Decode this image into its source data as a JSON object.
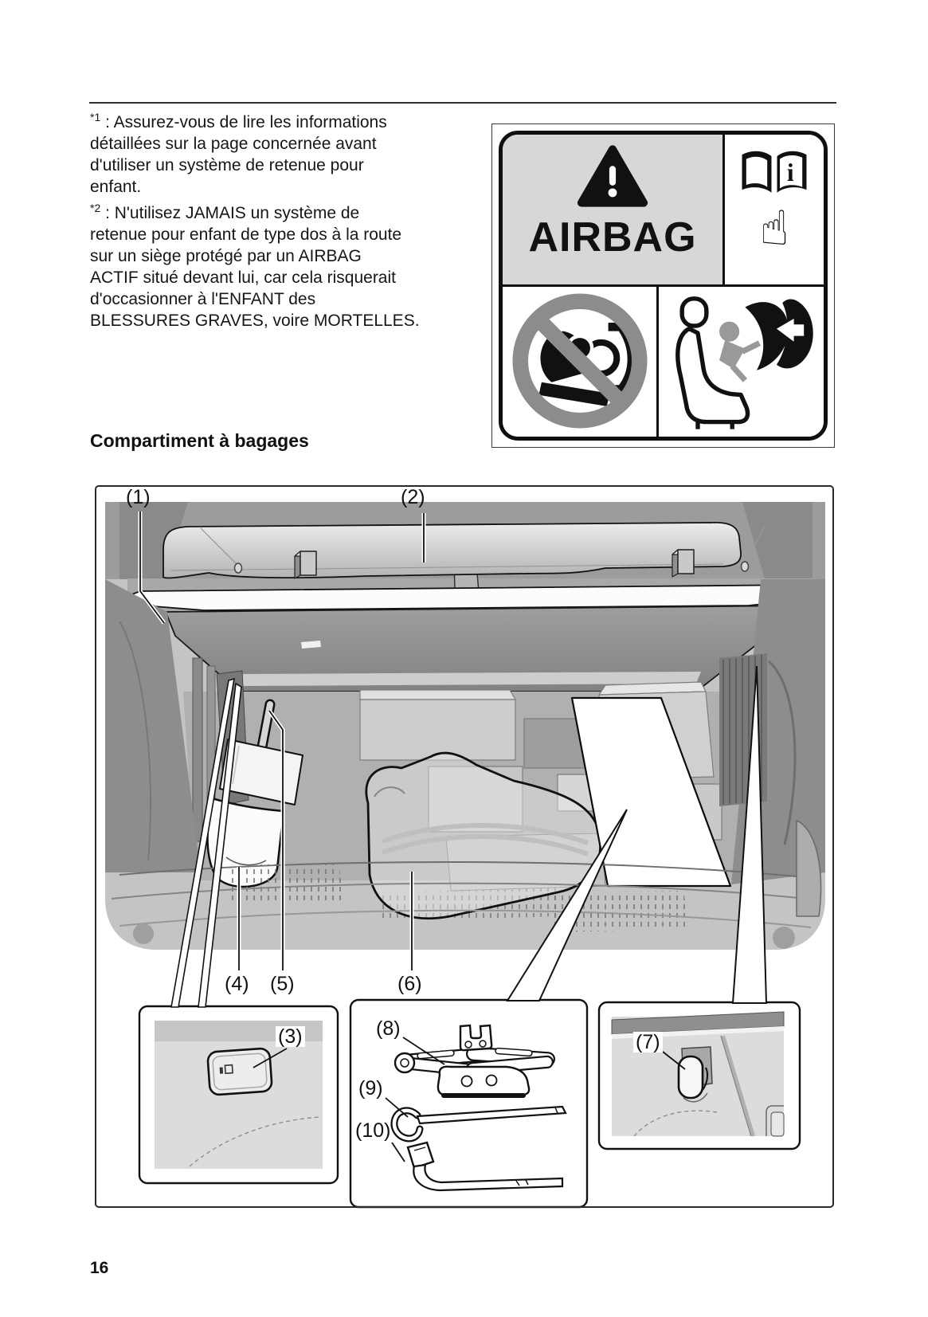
{
  "page": {
    "number": "16"
  },
  "footnotes": [
    {
      "marker": "*1",
      "separator": " : ",
      "lines": [
        "Assurez-vous de lire les informations",
        "détaillées sur la page concernée avant",
        "d'utiliser un système de retenue pour",
        "enfant."
      ]
    },
    {
      "marker": "*2",
      "separator": " : ",
      "lines": [
        "N'utilisez JAMAIS un système de",
        "retenue pour enfant de type dos à la route",
        "sur un siège protégé par un AIRBAG",
        "ACTIF situé devant lui, car cela risquerait",
        "d'occasionner à l'ENFANT des",
        "BLESSURES GRAVES, voire MORTELLES."
      ]
    }
  ],
  "airbag_label": {
    "title": "AIRBAG",
    "book_info_char": "i",
    "hand_icon_char": "☝"
  },
  "section": {
    "heading": "Compartiment à bagages"
  },
  "figure": {
    "callouts": [
      {
        "label": "(1)"
      },
      {
        "label": "(2)"
      },
      {
        "label": "(3)"
      },
      {
        "label": "(4)"
      },
      {
        "label": "(5)"
      },
      {
        "label": "(6)"
      },
      {
        "label": "(7)"
      },
      {
        "label": "(8)"
      },
      {
        "label": "(9)"
      },
      {
        "label": "(10)"
      }
    ]
  }
}
